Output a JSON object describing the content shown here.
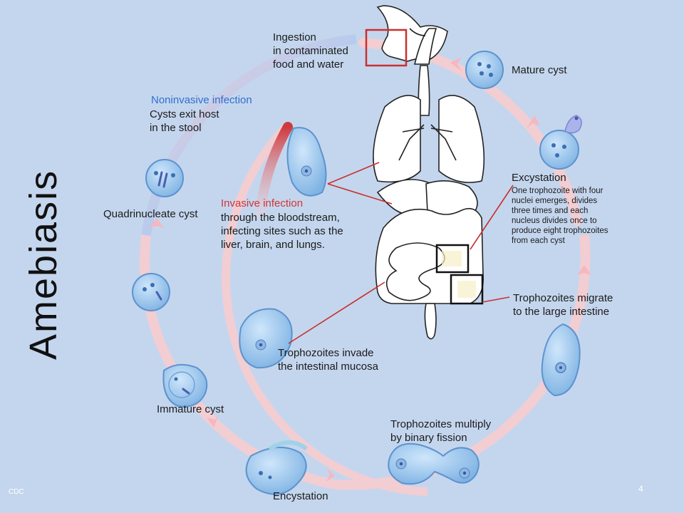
{
  "title": "Amebiasis",
  "labels": {
    "ingestion": [
      "Ingestion",
      "in contaminated",
      "food and water"
    ],
    "mature_cyst": "Mature cyst",
    "noninvasive_heading": "Noninvasive infection",
    "noninvasive_body": [
      "Cysts exit host",
      "in the stool"
    ],
    "quadrinucleate": "Quadrinucleate cyst",
    "invasive_heading": "Invasive infection",
    "invasive_body": [
      "through the bloodstream,",
      "infecting sites such as the",
      "liver, brain, and lungs."
    ],
    "excystation_heading": "Excystation",
    "excystation_body": [
      "One trophozoite with four",
      "nuclei emerges, divides",
      "three times and each",
      "nucleus divides once to",
      "produce eight trophozoites",
      "from each cyst"
    ],
    "migrate": [
      "Trophozoites  migrate",
      "to the large intestine"
    ],
    "invade": [
      "Trophozoites invade",
      "the intestinal mucosa"
    ],
    "immature": "Immature cyst",
    "multiply": [
      "Trophozoites multiply",
      "by binary fission"
    ],
    "encystation": "Encystation"
  },
  "footer": {
    "credit": "CDC",
    "page": "4"
  },
  "colors": {
    "background": "#c4d6ee",
    "cycle_arrow": "#f2cdd2",
    "cell_fill": "#9cc6ee",
    "callout_red": "#c9302c",
    "noninvasive_blue": "#2f6fcf",
    "invasive_red": "#d03535"
  }
}
